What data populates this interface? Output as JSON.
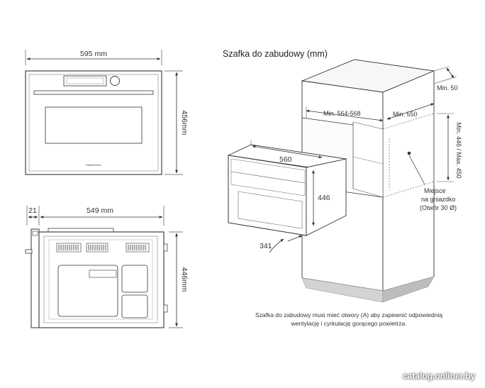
{
  "front_view": {
    "width_label": "595 mm",
    "height_label": "456mm",
    "brand": "SAMSUNG"
  },
  "side_view": {
    "offset_label": "21",
    "depth_label": "549 mm",
    "height_label": "446mm"
  },
  "cabinet": {
    "title": "Szafka do zabudowy (mm)",
    "min_top": "Min. 50",
    "inner_width": "Min. 564-568",
    "min_depth": "Min. 550",
    "height_range": "Min. 446 / Max. 450",
    "oven_width": "560",
    "oven_height": "446",
    "oven_depth": "341",
    "socket_label_lines": [
      "Miejsce",
      "na gniazdko",
      "(Otwór 30 Ø)"
    ]
  },
  "caption_lines": [
    "Szafka do zabudowy musi mieć otwory (A) aby zapewnić odpowiednią",
    "wentylację i cyrkulację gorącego powietrza."
  ],
  "watermark": "catalog.onliner.by"
}
